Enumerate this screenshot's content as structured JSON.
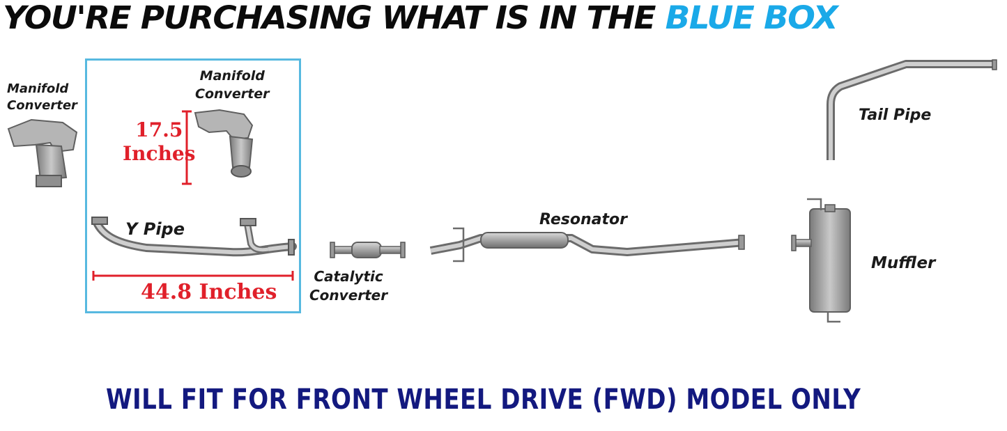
{
  "headline": {
    "text_main": "YOU'RE PURCHASING WHAT IS IN THE ",
    "text_accent": "BLUE BOX"
  },
  "colors": {
    "accent": "#1aa9e8",
    "box_border": "#57b9e0",
    "dimension": "#e0202a",
    "footer": "#13197f"
  },
  "labels": {
    "manifold_left_1": "Manifold",
    "manifold_left_2": "Converter",
    "manifold_right_1": "Manifold",
    "manifold_right_2": "Converter",
    "y_pipe": "Y Pipe",
    "catalytic_1": "Catalytic",
    "catalytic_2": "Converter",
    "resonator": "Resonator",
    "tail_pipe": "Tail Pipe",
    "muffler": "Muffler"
  },
  "dimensions": {
    "height_value": "17.5",
    "height_unit": "Inches",
    "width_text": "44.8 Inches"
  },
  "footer": {
    "text": "WILL FIT FOR FRONT WHEEL DRIVE (FWD) MODEL ONLY"
  }
}
